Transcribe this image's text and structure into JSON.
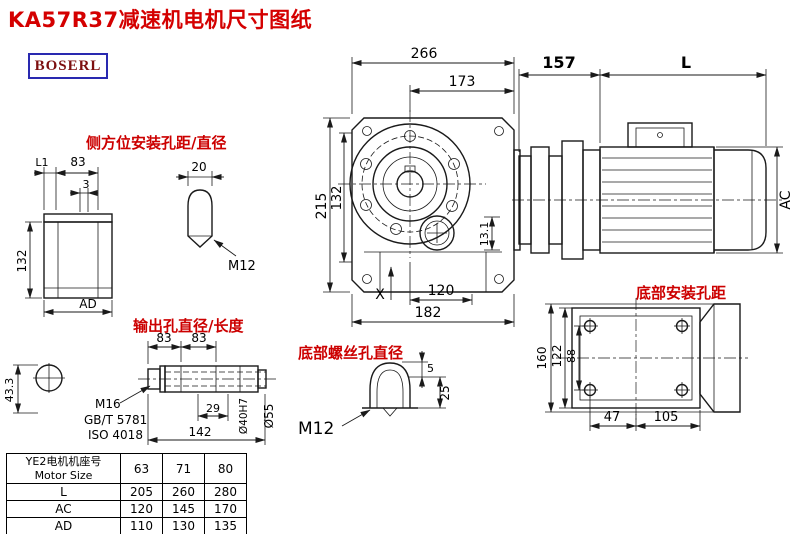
{
  "page": {
    "title": "KA57R37减速机电机尺寸图纸",
    "logo": "BOSERL"
  },
  "annotations": {
    "side_mount_label": "侧方位安装孔距/直径",
    "output_hole_label": "输出孔直径/长度",
    "bottom_screw_label": "底部螺丝孔直径",
    "bottom_mount_label": "底部安装孔距"
  },
  "front_view": {
    "width_266": "266",
    "width_173": "173",
    "height_215": "215",
    "height_132": "132",
    "depth_13_1": "13.1",
    "axis_x": "X",
    "width_120": "120",
    "width_182": "182"
  },
  "motor_view": {
    "length_157": "157",
    "length_l": "L",
    "diameter_ac": "AC"
  },
  "side_view": {
    "dim_l1": "L1",
    "dim_83": "83",
    "dim_3": "3",
    "dim_20": "20",
    "thread_m12": "M12",
    "height_132": "132",
    "dim_ad": "AD"
  },
  "output_shaft": {
    "dim_83_left": "83",
    "dim_83_right": "83",
    "thread_m16": "M16",
    "standard_gb": "GB/T 5781",
    "standard_iso": "ISO 4018",
    "dim_29": "29",
    "dim_142": "142",
    "bore_40": "Ø40H7",
    "bore_55": "Ø55",
    "dim_43_3": "43.3"
  },
  "bottom_screw": {
    "thread_m12": "M12",
    "dim_25": "25",
    "dim_5": "5"
  },
  "bottom_mount": {
    "height_160": "160",
    "height_122": "122",
    "height_88": "88",
    "dim_47": "47",
    "dim_105": "105"
  },
  "table": {
    "header_cn": "YE2电机机座号",
    "header_en": "Motor Size",
    "sizes": [
      "63",
      "71",
      "80"
    ],
    "rows": [
      {
        "label": "L",
        "values": [
          "205",
          "260",
          "280"
        ]
      },
      {
        "label": "AC",
        "values": [
          "120",
          "145",
          "170"
        ]
      },
      {
        "label": "AD",
        "values": [
          "110",
          "130",
          "135"
        ]
      }
    ]
  }
}
